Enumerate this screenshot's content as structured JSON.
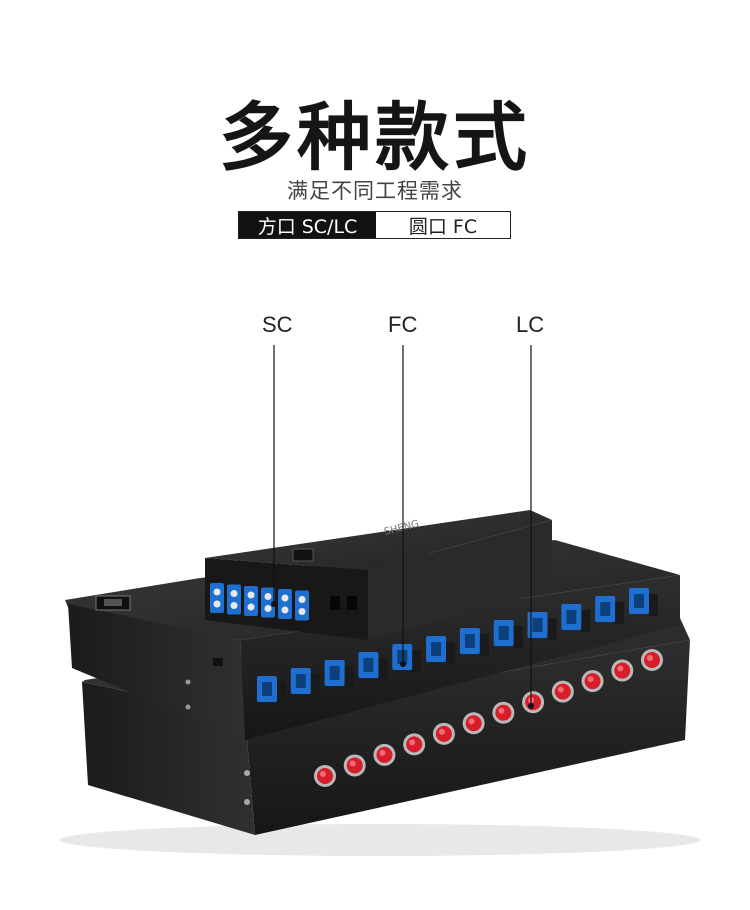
{
  "headline": "多种款式",
  "subheadline": "满足不同工程需求",
  "tags": [
    {
      "label": "方口 SC/LC",
      "style": "filled"
    },
    {
      "label": "圆口 FC",
      "style": "outline"
    }
  ],
  "callouts": [
    {
      "label": "SC"
    },
    {
      "label": "FC"
    },
    {
      "label": "LC"
    }
  ],
  "product": {
    "brand_mark": "SHENG",
    "colors": {
      "body": "#262626",
      "sc_adapter": "#1f6fd1",
      "fc_adapter": "#d61e2b"
    },
    "upper_panel_adapters": 12,
    "lower_panel_adapters": 12,
    "small_box_ports": 6
  }
}
